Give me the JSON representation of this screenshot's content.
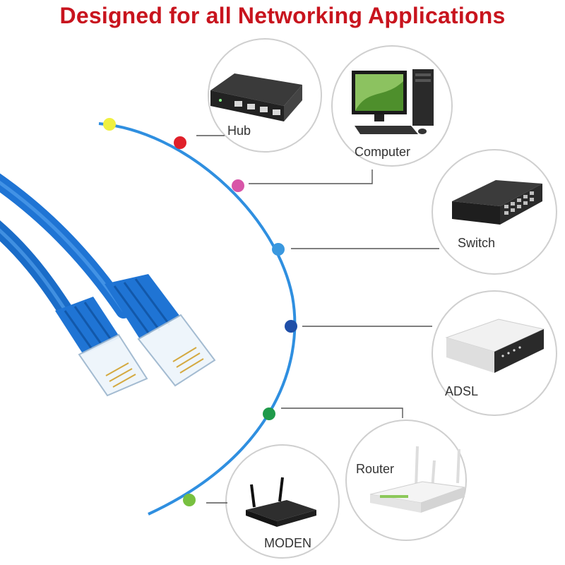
{
  "header": {
    "title": "Designed for all Networking Applications"
  },
  "colors": {
    "title": "#c8141e",
    "arc": "#2f8fe0",
    "cable": "#1f74d4",
    "circle_border": "#cfcfcf",
    "connector_line": "#555555",
    "label": "#333333"
  },
  "devices": [
    {
      "id": "hub",
      "label": "Hub",
      "dot_color": "#e0202a"
    },
    {
      "id": "computer",
      "label": "Computer",
      "dot_color": "#d855a8"
    },
    {
      "id": "switch",
      "label": "Switch",
      "dot_color": "#3a98df"
    },
    {
      "id": "adsl",
      "label": "ADSL",
      "dot_color": "#1f4fa8"
    },
    {
      "id": "router",
      "label": "Router",
      "dot_color": "#1f9a4a"
    },
    {
      "id": "modem",
      "label": "MODEN",
      "dot_color": "#78c040"
    }
  ],
  "arc_start_dot_color": "#f0f040"
}
